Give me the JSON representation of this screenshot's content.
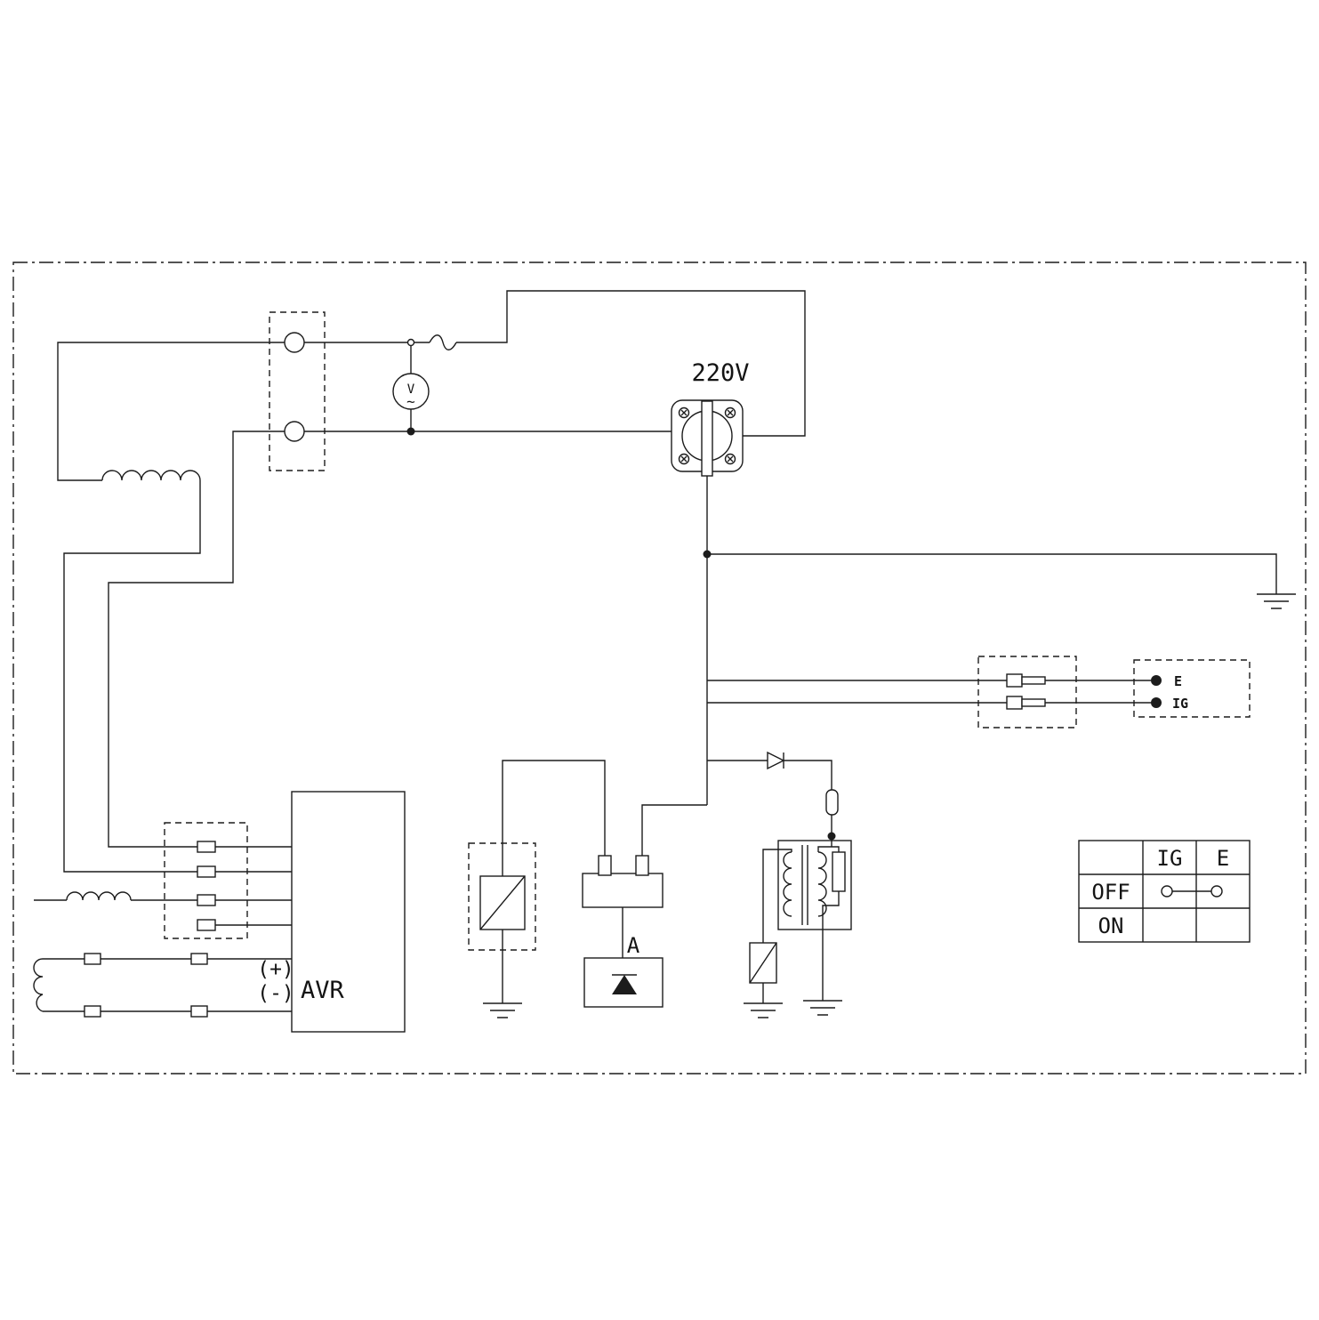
{
  "diagram": {
    "receptacle": {
      "voltage_label": "220V"
    },
    "voltmeter": {
      "letter": "V",
      "wave": "~"
    },
    "stop_switch": {
      "terminal_e": "E",
      "terminal_ig": "IG"
    },
    "switch_table": {
      "header_ig": "IG",
      "header_e": "E",
      "row_off": "OFF",
      "row_on": "ON"
    },
    "avr": {
      "label": "AVR",
      "positive": "(+)",
      "negative": "(-)"
    },
    "diode_unit": {
      "label": "A"
    }
  }
}
